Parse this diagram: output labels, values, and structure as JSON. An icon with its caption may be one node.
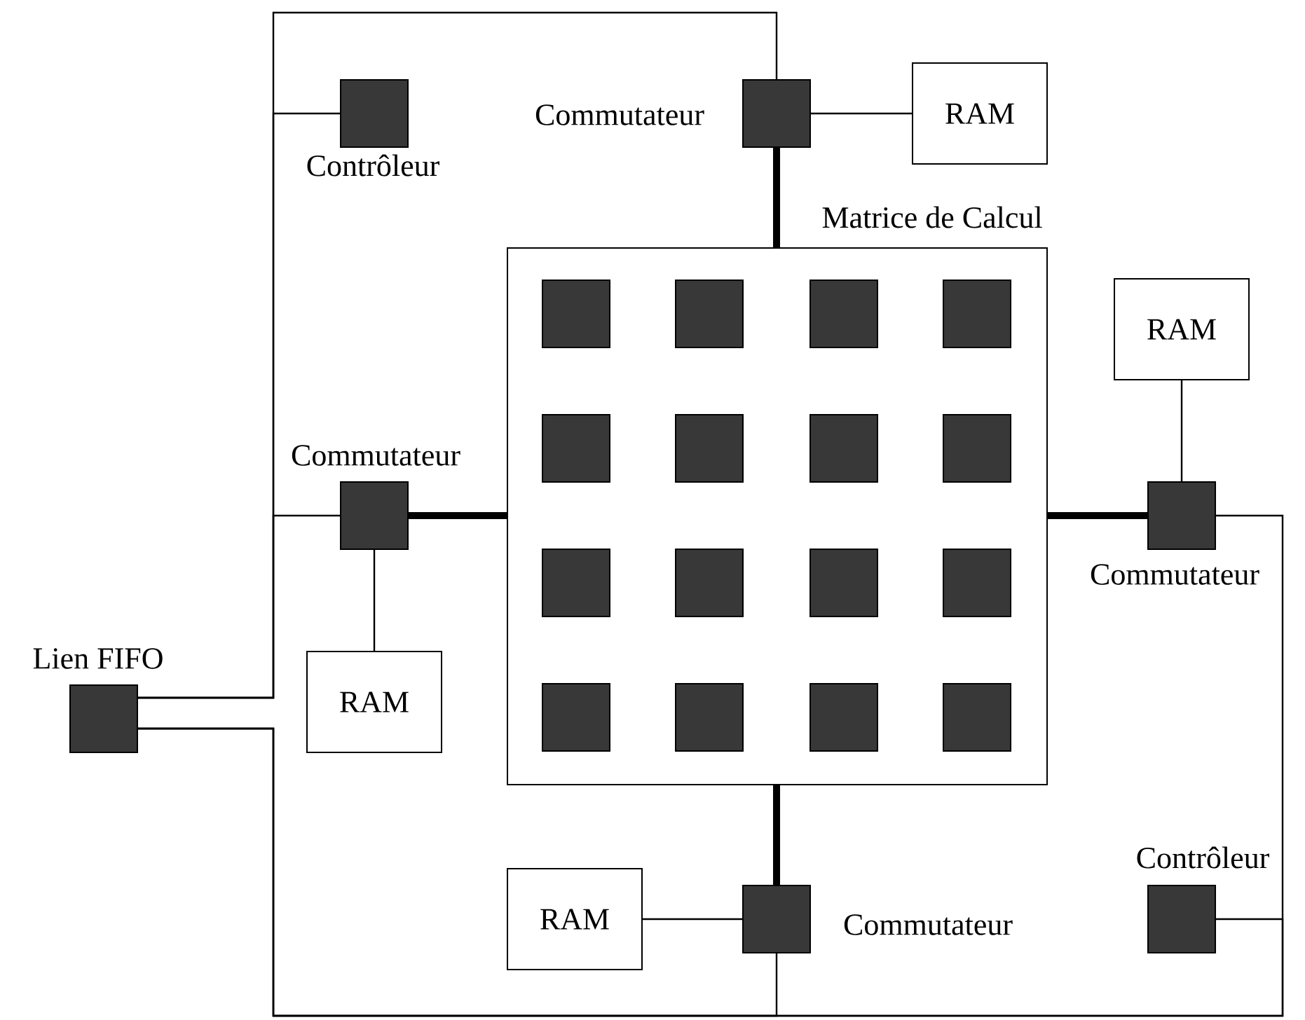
{
  "diagram": {
    "nodes": [
      {
        "text": [
          "Lien FIFO"
        ]
      },
      {
        "text": [
          "Contrôleur"
        ]
      },
      {
        "text": [
          "Commutateur"
        ]
      },
      {
        "text": [
          "RAM"
        ]
      },
      {
        "text": [
          "Matrice de Calcul"
        ]
      },
      {
        "text": [],
        "shape": "box",
        "in": 4
      },
      {
        "text": [],
        "shape": "box",
        "in": 4
      },
      {
        "text": [],
        "shape": "box",
        "in": 4
      },
      {
        "text": [],
        "shape": "box",
        "in": 4
      },
      {
        "text": [],
        "shape": "box",
        "in": 4
      },
      {
        "text": [],
        "shape": "box",
        "in": 4
      },
      {
        "text": [],
        "shape": "box",
        "in": 4
      },
      {
        "text": [],
        "shape": "box",
        "in": 4
      },
      {
        "text": [],
        "shape": "box",
        "in": 4
      },
      {
        "text": [],
        "shape": "box",
        "in": 4
      },
      {
        "text": [],
        "shape": "box",
        "in": 4
      },
      {
        "text": [],
        "shape": "box",
        "in": 4
      },
      {
        "text": [],
        "shape": "box",
        "in": 4
      },
      {
        "text": [],
        "shape": "box",
        "in": 4
      },
      {
        "text": [],
        "shape": "box",
        "in": 4
      },
      {
        "text": [],
        "shape": "box",
        "in": 4
      },
      {
        "text": [
          "Commutateur"
        ]
      },
      {
        "text": [
          "RAM"
        ]
      },
      {
        "text": [
          "RAM"
        ]
      },
      {
        "text": [
          "Commutateur"
        ]
      },
      {
        "text": [
          "RAM"
        ]
      },
      {
        "text": [
          "Commutateur"
        ]
      },
      {
        "text": [
          "Contrôleur"
        ]
      }
    ],
    "edges": [
      {
        "from": 0,
        "to": 1,
        "arrow": "none"
      },
      {
        "from": 0,
        "to": 21,
        "arrow": "none"
      },
      {
        "from": 0,
        "to": 2,
        "arrow": "none"
      },
      {
        "from": 2,
        "to": 3,
        "arrow": "none"
      },
      {
        "from": 2,
        "to": 4,
        "arrow": "none",
        "style": "thick"
      },
      {
        "from": 21,
        "to": 4,
        "arrow": "none",
        "style": "thick"
      },
      {
        "from": 4,
        "to": 24,
        "arrow": "none",
        "style": "thick"
      },
      {
        "from": 4,
        "to": 26,
        "arrow": "none",
        "style": "thick"
      },
      {
        "from": 21,
        "to": 22,
        "arrow": "none"
      },
      {
        "from": 24,
        "to": 23,
        "arrow": "none"
      },
      {
        "from": 26,
        "to": 25,
        "arrow": "none"
      },
      {
        "from": 0,
        "to": 26,
        "arrow": "none"
      },
      {
        "from": 0,
        "to": 24,
        "arrow": "none"
      },
      {
        "from": 0,
        "to": 27,
        "arrow": "none"
      }
    ]
  }
}
